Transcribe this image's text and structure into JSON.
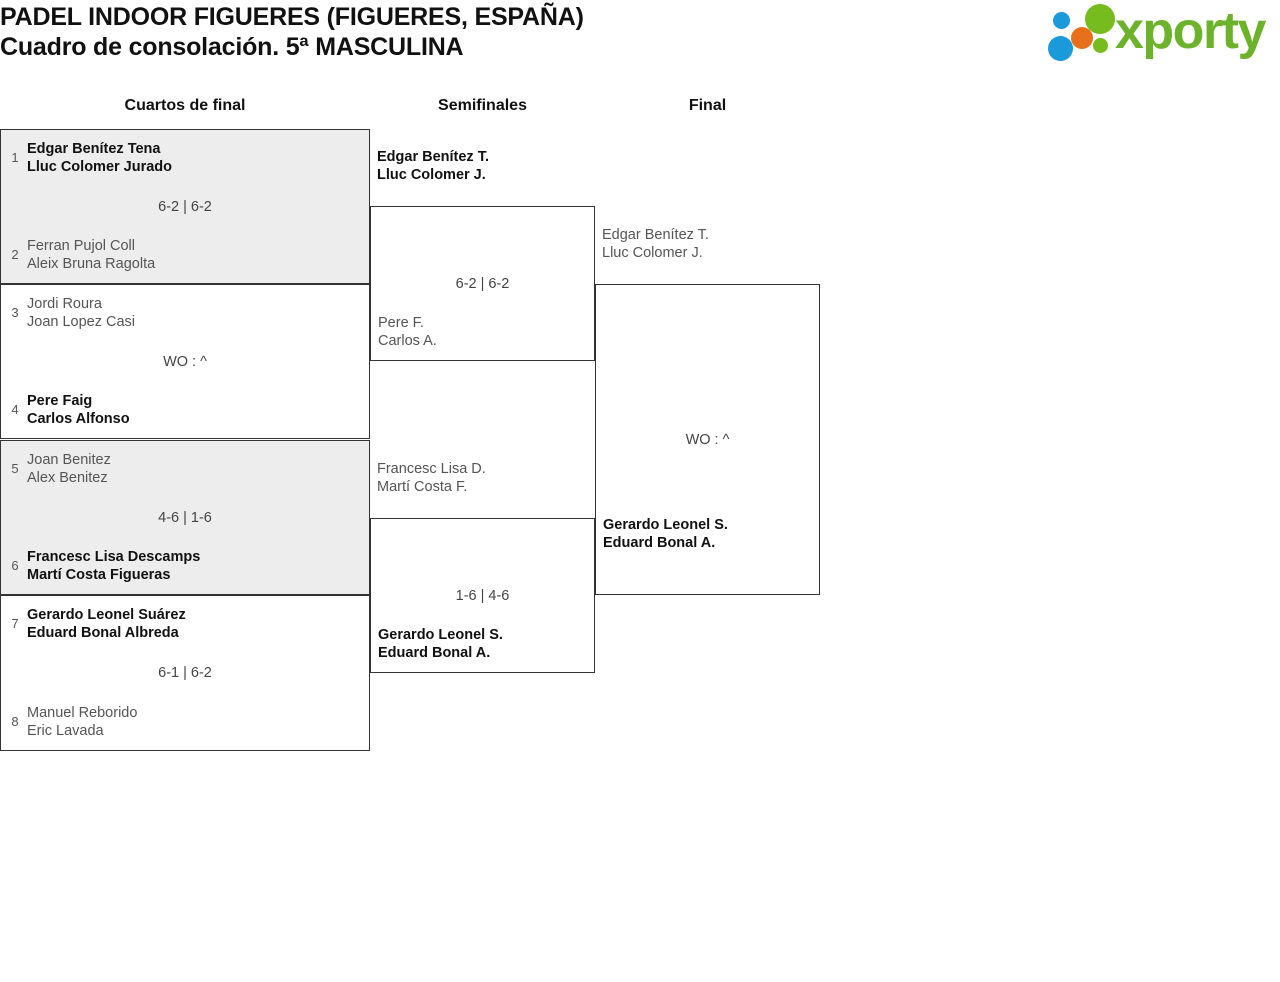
{
  "header": {
    "title_line1": "PADEL INDOOR FIGUERES (FIGUERES, ESPAÑA)",
    "title_line2": "Cuadro de consolación. 5ª MASCULINA",
    "logo_text": "xporty",
    "logo_colors": {
      "green": "#6cb22a",
      "blue": "#1a9ad8",
      "orange": "#e8701a",
      "green_dot": "#77bc1f"
    }
  },
  "rounds": [
    {
      "label": "Cuartos de final"
    },
    {
      "label": "Semifinales"
    },
    {
      "label": "Final"
    }
  ],
  "quarterfinals": [
    {
      "shaded": true,
      "top": {
        "seed": "1",
        "player1": "Edgar Benítez Tena",
        "player2": "Lluc Colomer Jurado",
        "winner": true
      },
      "bottom": {
        "seed": "2",
        "player1": "Ferran Pujol Coll",
        "player2": "Aleix Bruna Ragolta",
        "winner": false
      },
      "score": "6-2 | 6-2"
    },
    {
      "shaded": false,
      "top": {
        "seed": "3",
        "player1": "Jordi Roura",
        "player2": "Joan Lopez Casi",
        "winner": false
      },
      "bottom": {
        "seed": "4",
        "player1": "Pere Faig",
        "player2": "Carlos Alfonso",
        "winner": true
      },
      "score": "WO : ^"
    },
    {
      "shaded": true,
      "top": {
        "seed": "5",
        "player1": "Joan Benitez",
        "player2": "Alex Benitez",
        "winner": false
      },
      "bottom": {
        "seed": "6",
        "player1": "Francesc Lisa Descamps",
        "player2": "Martí Costa Figueras",
        "winner": true
      },
      "score": "4-6 | 1-6"
    },
    {
      "shaded": false,
      "top": {
        "seed": "7",
        "player1": "Gerardo Leonel Suárez",
        "player2": "Eduard Bonal Albreda",
        "winner": true
      },
      "bottom": {
        "seed": "8",
        "player1": "Manuel Reborido",
        "player2": "Eric Lavada",
        "winner": false
      },
      "score": "6-1 | 6-2"
    }
  ],
  "semifinals": [
    {
      "top": {
        "player1": "Edgar Benítez T.",
        "player2": "Lluc Colomer J.",
        "winner": true
      },
      "bottom": {
        "player1": "Pere F.",
        "player2": "Carlos A.",
        "winner": false
      },
      "score": "6-2 | 6-2"
    },
    {
      "top": {
        "player1": "Francesc Lisa D.",
        "player2": "Martí Costa F.",
        "winner": false
      },
      "bottom": {
        "player1": "Gerardo Leonel S.",
        "player2": "Eduard Bonal A.",
        "winner": true
      },
      "score": "1-6 | 4-6"
    }
  ],
  "final": {
    "top": {
      "player1": "Edgar Benítez T.",
      "player2": "Lluc Colomer J.",
      "winner": false
    },
    "bottom": {
      "player1": "Gerardo Leonel S.",
      "player2": "Eduard Bonal A.",
      "winner": true
    },
    "score": "WO : ^"
  }
}
